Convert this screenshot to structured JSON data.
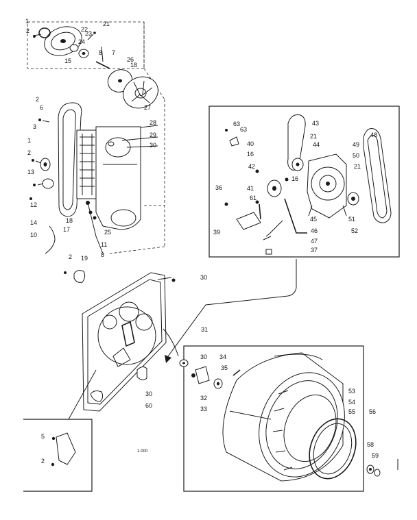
{
  "callouts": [
    {
      "id": "c1",
      "text": "1"
    },
    {
      "id": "c2",
      "text": "2"
    },
    {
      "id": "c21a",
      "text": "21"
    },
    {
      "id": "c22",
      "text": "22"
    },
    {
      "id": "c23",
      "text": "23"
    },
    {
      "id": "c24",
      "text": "24"
    },
    {
      "id": "c15",
      "text": "15"
    },
    {
      "id": "c8a",
      "text": "8"
    },
    {
      "id": "c7",
      "text": "7"
    },
    {
      "id": "c26",
      "text": "26"
    },
    {
      "id": "c18a",
      "text": "18"
    },
    {
      "id": "c27",
      "text": "27"
    },
    {
      "id": "c2b",
      "text": "2"
    },
    {
      "id": "c6",
      "text": "6"
    },
    {
      "id": "c3",
      "text": "3"
    },
    {
      "id": "c1b",
      "text": "1"
    },
    {
      "id": "c2c",
      "text": "2"
    },
    {
      "id": "c13",
      "text": "13"
    },
    {
      "id": "c12",
      "text": "12"
    },
    {
      "id": "c14",
      "text": "14"
    },
    {
      "id": "c10",
      "text": "10"
    },
    {
      "id": "c17",
      "text": "17"
    },
    {
      "id": "c18b",
      "text": "18"
    },
    {
      "id": "c28",
      "text": "28"
    },
    {
      "id": "c29",
      "text": "29"
    },
    {
      "id": "c30a",
      "text": "30"
    },
    {
      "id": "c25",
      "text": "25"
    },
    {
      "id": "c11",
      "text": "11"
    },
    {
      "id": "c8b",
      "text": "8"
    },
    {
      "id": "c2d",
      "text": "2"
    },
    {
      "id": "c19",
      "text": "19"
    },
    {
      "id": "c30b",
      "text": "30"
    },
    {
      "id": "c63a",
      "text": "63"
    },
    {
      "id": "c63b",
      "text": "63"
    },
    {
      "id": "c43",
      "text": "43"
    },
    {
      "id": "c21b",
      "text": "21"
    },
    {
      "id": "c44",
      "text": "44"
    },
    {
      "id": "c40",
      "text": "40"
    },
    {
      "id": "c16a",
      "text": "16"
    },
    {
      "id": "c42",
      "text": "42"
    },
    {
      "id": "c16b",
      "text": "16"
    },
    {
      "id": "c48",
      "text": "48"
    },
    {
      "id": "c49",
      "text": "49"
    },
    {
      "id": "c50",
      "text": "50"
    },
    {
      "id": "c21c",
      "text": "21"
    },
    {
      "id": "c36",
      "text": "36"
    },
    {
      "id": "c41",
      "text": "41"
    },
    {
      "id": "c61",
      "text": "61"
    },
    {
      "id": "c45",
      "text": "45"
    },
    {
      "id": "c51",
      "text": "51"
    },
    {
      "id": "c52",
      "text": "52"
    },
    {
      "id": "c39",
      "text": "39"
    },
    {
      "id": "c46",
      "text": "46"
    },
    {
      "id": "c47",
      "text": "47"
    },
    {
      "id": "c37",
      "text": "37"
    },
    {
      "id": "c31",
      "text": "31"
    },
    {
      "id": "c30c",
      "text": "30"
    },
    {
      "id": "c34",
      "text": "34"
    },
    {
      "id": "c35",
      "text": "35"
    },
    {
      "id": "c32",
      "text": "32"
    },
    {
      "id": "c33",
      "text": "33"
    },
    {
      "id": "c30d",
      "text": "30"
    },
    {
      "id": "c60",
      "text": "60"
    },
    {
      "id": "c53",
      "text": "53"
    },
    {
      "id": "c54",
      "text": "54"
    },
    {
      "id": "c55",
      "text": "55"
    },
    {
      "id": "c56",
      "text": "56"
    },
    {
      "id": "c58",
      "text": "58"
    },
    {
      "id": "c59",
      "text": "59"
    },
    {
      "id": "c5",
      "text": "5"
    },
    {
      "id": "c2e",
      "text": "2"
    }
  ],
  "drawing_code": "1-000"
}
